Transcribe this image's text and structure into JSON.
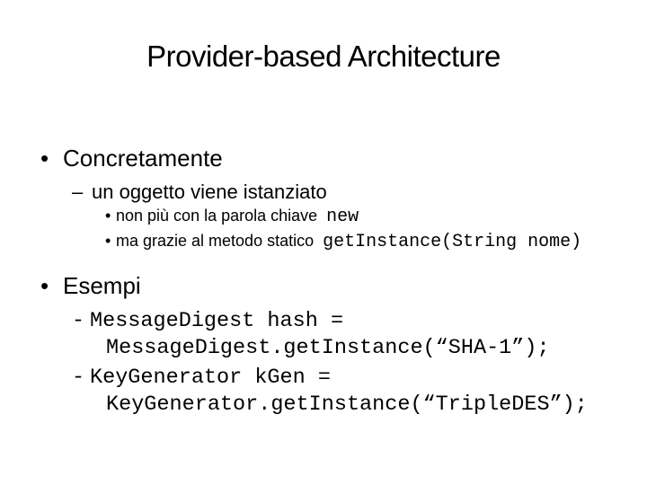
{
  "slide": {
    "title": "Provider-based Architecture",
    "colors": {
      "background": "#ffffff",
      "text": "#000000"
    },
    "markers": {
      "level1": "•",
      "level2": "–",
      "level3": "•",
      "example": "-"
    },
    "concretamente": {
      "heading": "Concretamente",
      "sub": "un oggetto viene istanziato",
      "points": [
        {
          "text": "non più con la parola chiave",
          "code": "new"
        },
        {
          "text": "ma grazie al metodo statico",
          "code": "getInstance(String nome)"
        }
      ]
    },
    "esempi": {
      "heading": "Esempi",
      "examples": [
        {
          "line1": "MessageDigest hash =",
          "line2": "MessageDigest.getInstance(“SHA-1”);"
        },
        {
          "line1": "KeyGenerator kGen =",
          "line2": "KeyGenerator.getInstance(“TripleDES”);"
        }
      ]
    }
  }
}
